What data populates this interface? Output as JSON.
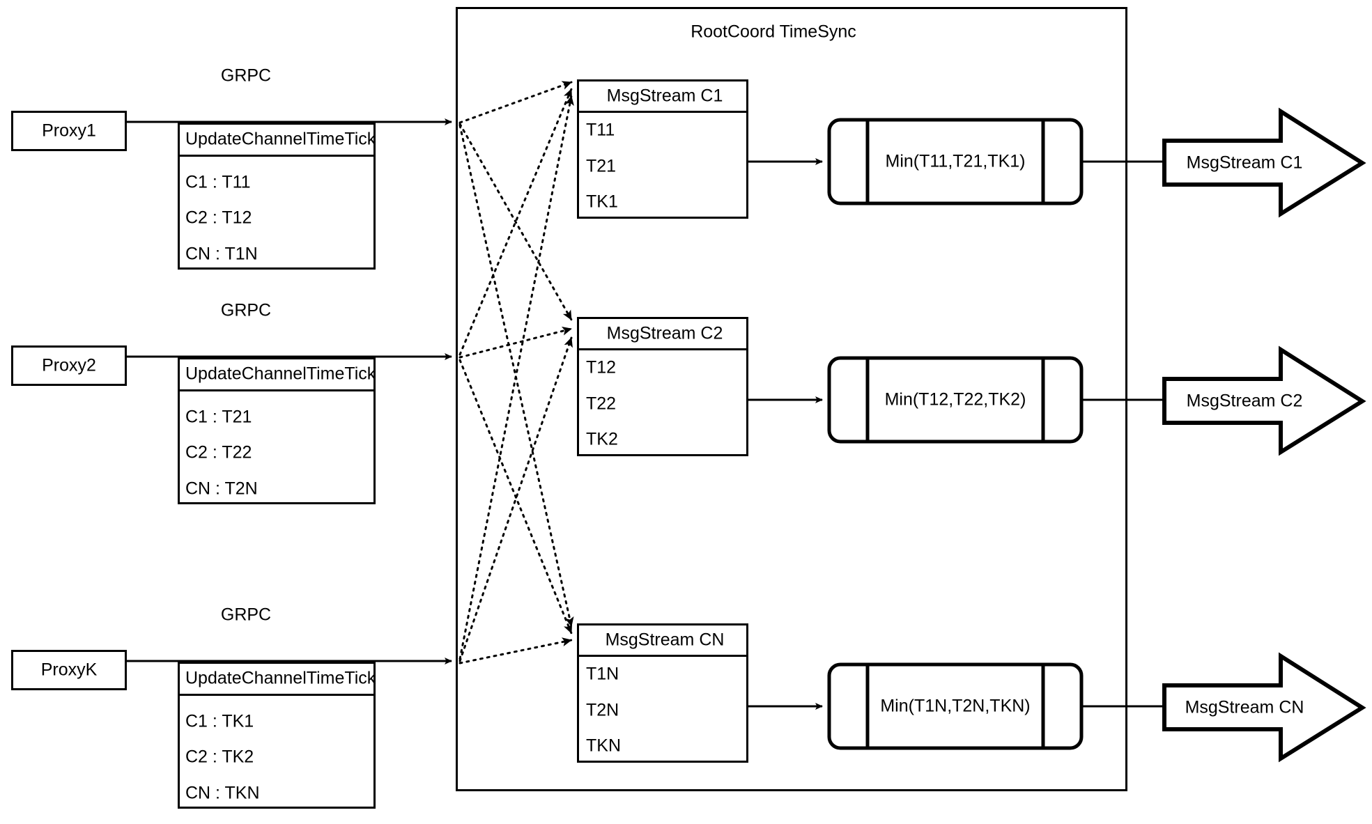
{
  "diagram": {
    "title": "RootCoord TimeSync",
    "link_label": "GRPC",
    "theme": {
      "stroke": "#000000",
      "background": "#ffffff",
      "text": "#000000"
    }
  },
  "proxies": [
    {
      "name": "Proxy1",
      "rpc_label": "GRPC",
      "message": {
        "header": "UpdateChannelTimeTick",
        "rows": [
          "C1 :  T11",
          "C2 :  T12",
          "CN : T1N"
        ]
      }
    },
    {
      "name": "Proxy2",
      "rpc_label": "GRPC",
      "message": {
        "header": "UpdateChannelTimeTick",
        "rows": [
          "C1 :  T21",
          "C2 :  T22",
          "CN : T2N"
        ]
      }
    },
    {
      "name": "ProxyK",
      "rpc_label": "GRPC",
      "message": {
        "header": "UpdateChannelTimeTick",
        "rows": [
          "C1 :  TK1",
          "C2 :  TK2",
          "CN : TKN"
        ]
      }
    }
  ],
  "channels": [
    {
      "stream": {
        "header": "MsgStream C1",
        "rows": [
          "T11",
          "T21",
          "TK1"
        ]
      },
      "reducer": "Min(T11,T21,TK1)",
      "output": "MsgStream C1"
    },
    {
      "stream": {
        "header": "MsgStream C2",
        "rows": [
          "T12",
          "T22",
          "TK2"
        ]
      },
      "reducer": "Min(T12,T22,TK2)",
      "output": "MsgStream C2"
    },
    {
      "stream": {
        "header": "MsgStream CN",
        "rows": [
          "T1N",
          "T2N",
          "TKN"
        ]
      },
      "reducer": "Min(T1N,T2N,TKN)",
      "output": "MsgStream CN"
    }
  ]
}
